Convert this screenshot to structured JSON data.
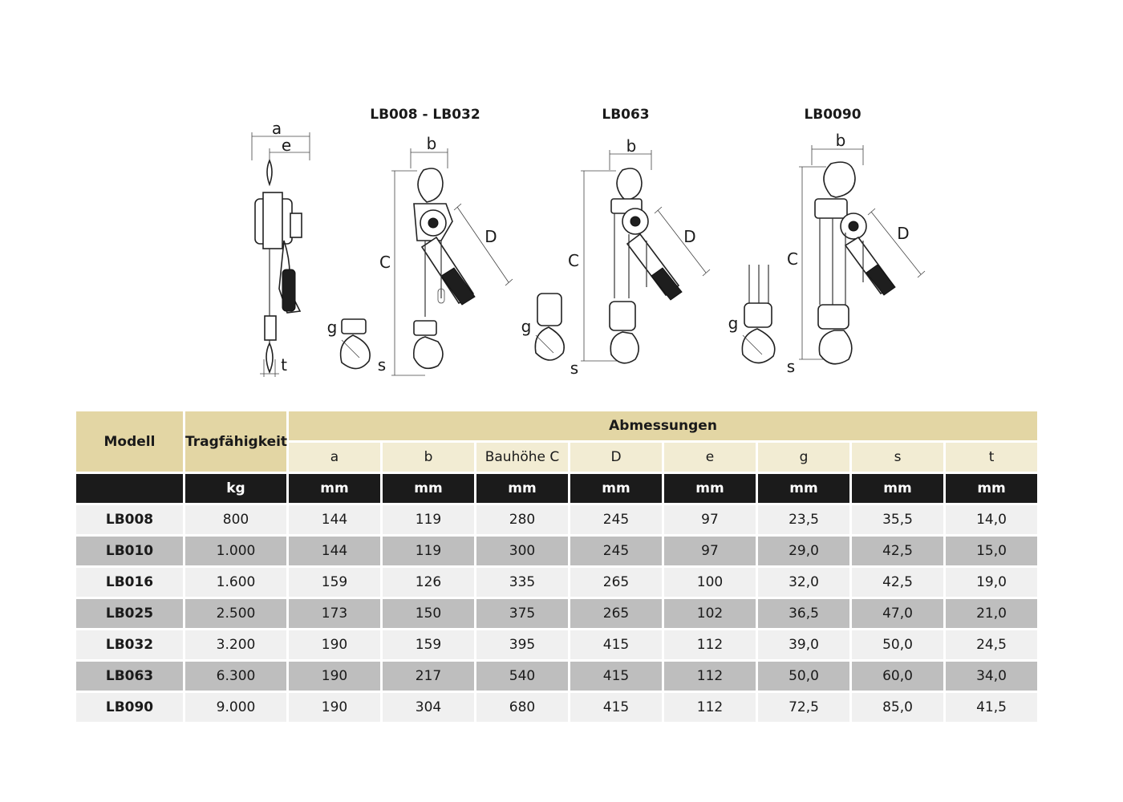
{
  "diagram": {
    "titles": [
      "LB008 - LB032",
      "LB063",
      "LB0090"
    ],
    "labels": {
      "a": "a",
      "e": "e",
      "t": "t",
      "b": "b",
      "C": "C",
      "D": "D",
      "g": "g",
      "s": "s"
    }
  },
  "table": {
    "header": {
      "model": "Modell",
      "capacity": "Tragfähigkeit",
      "dimensions": "Abmessungen",
      "columns": [
        "a",
        "b",
        "Bauhöhe C",
        "D",
        "e",
        "g",
        "s",
        "t"
      ]
    },
    "units": [
      "",
      "kg",
      "mm",
      "mm",
      "mm",
      "mm",
      "mm",
      "mm",
      "mm",
      "mm"
    ],
    "rows": [
      [
        "LB008",
        "800",
        "144",
        "119",
        "280",
        "245",
        "97",
        "23,5",
        "35,5",
        "14,0"
      ],
      [
        "LB010",
        "1.000",
        "144",
        "119",
        "300",
        "245",
        "97",
        "29,0",
        "42,5",
        "15,0"
      ],
      [
        "LB016",
        "1.600",
        "159",
        "126",
        "335",
        "265",
        "100",
        "32,0",
        "42,5",
        "19,0"
      ],
      [
        "LB025",
        "2.500",
        "173",
        "150",
        "375",
        "265",
        "102",
        "36,5",
        "47,0",
        "21,0"
      ],
      [
        "LB032",
        "3.200",
        "190",
        "159",
        "395",
        "415",
        "112",
        "39,0",
        "50,0",
        "24,5"
      ],
      [
        "LB063",
        "6.300",
        "190",
        "217",
        "540",
        "415",
        "112",
        "50,0",
        "60,0",
        "34,0"
      ],
      [
        "LB090",
        "9.000",
        "190",
        "304",
        "680",
        "415",
        "112",
        "72,5",
        "85,0",
        "41,5"
      ]
    ]
  }
}
